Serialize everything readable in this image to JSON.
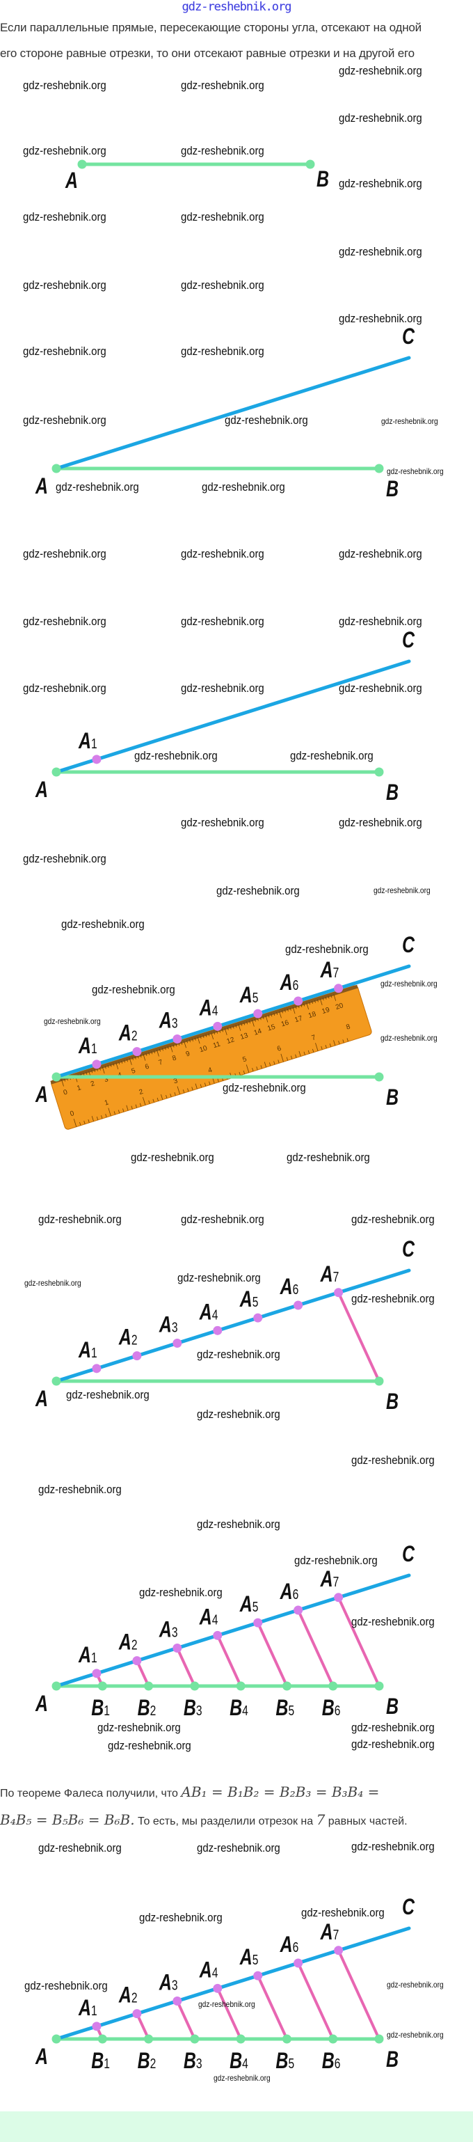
{
  "site_watermark_top": "gdz-reshebnik.org",
  "watermark": "gdz-reshebnik.org",
  "intro": {
    "line1": "Если параллельные прямые, пересекающие стороны угла, отсекают на одной",
    "line2": "его стороне равные отрезки, то они отсекают равные отрезки и на другой его"
  },
  "conclusion": {
    "prefix": "По теореме Фалеса получили, что ",
    "formula1": "AB₁ = B₁B₂ = B₂B₃ = B₃B₄ =",
    "formula2": "B₄B₅ = B₅B₆ = B₆B.",
    "middle": " То есть, мы разделили отрезок на ",
    "number": "7",
    "suffix": " равных частей."
  },
  "labels": {
    "A": "A",
    "B": "B",
    "C": "C",
    "A_subs": [
      "1",
      "2",
      "3",
      "4",
      "5",
      "6",
      "7"
    ],
    "B_subs": [
      "1",
      "2",
      "3",
      "4",
      "5",
      "6"
    ]
  },
  "ruler": {
    "cm_labels": [
      "0",
      "1",
      "2",
      "3",
      "4",
      "5",
      "6",
      "7",
      "8",
      "9",
      "10",
      "11",
      "12",
      "13",
      "14",
      "15",
      "16",
      "17",
      "18",
      "19",
      "20"
    ],
    "inch_labels": [
      "0",
      "1",
      "2",
      "3",
      "4",
      "5",
      "6",
      "7",
      "8"
    ]
  },
  "colors": {
    "segment_ab": "#74e4a0",
    "ray_ac": "#1ba6e3",
    "parallels": "#e866b2",
    "division_points": "#d67ee9",
    "ruler": "#f39a1f",
    "footer_band": "#dcfce7"
  }
}
